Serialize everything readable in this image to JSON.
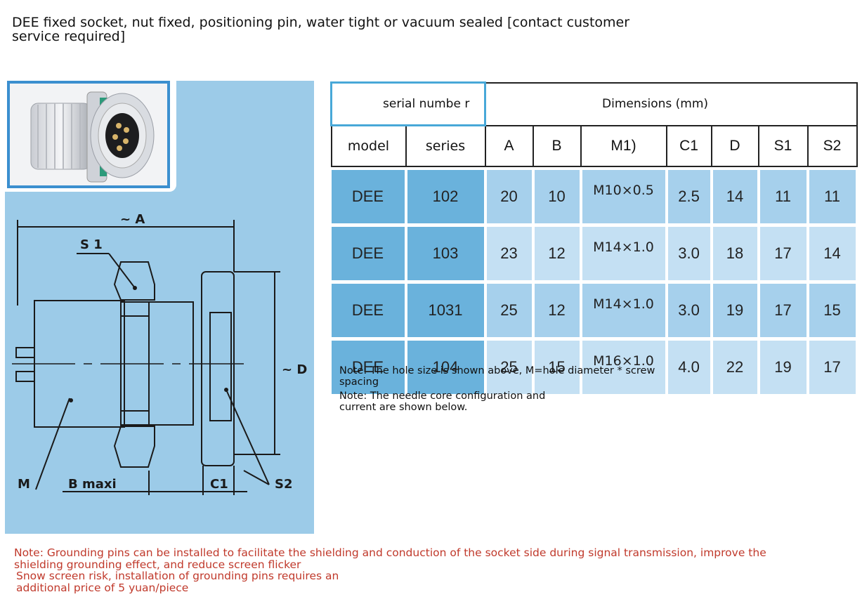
{
  "title": "DEE fixed socket, nut fixed, positioning pin, water tight or vacuum sealed [contact customer service required]",
  "table": {
    "serial_header": "serial numbe r",
    "dimensions_header": "Dimensions (mm)",
    "columns": [
      "model",
      "series",
      "A",
      "B",
      "M1)",
      "C1",
      "D",
      "S1",
      "S2"
    ],
    "rows": [
      [
        "DEE",
        "102",
        "20",
        "10",
        "M10×0.5",
        "2.5",
        "14",
        "11",
        "11"
      ],
      [
        "DEE",
        "103",
        "23",
        "12",
        "M14×1.0",
        "3.0",
        "18",
        "17",
        "14"
      ],
      [
        "DEE",
        "1031",
        "25",
        "12",
        "M14×1.0",
        "3.0",
        "19",
        "17",
        "15"
      ],
      [
        "DEE",
        "104",
        "25",
        "15",
        "M16×1.0",
        "4.0",
        "22",
        "19",
        "17"
      ]
    ]
  },
  "diagram_labels": {
    "a": "~ A",
    "s1": "S 1",
    "d": "~ D",
    "m": "M",
    "b": "B maxi",
    "c1": "C1",
    "s2": "S2"
  },
  "notes": [
    "Note: The hole size is shown above, M=hole diameter * screw spacing",
    "Note: The needle core configuration and current are shown below."
  ],
  "red_notes": [
    "Note: Grounding pins can be installed to facilitate the shielding and conduction of the socket side during signal transmission, improve the shielding grounding effect, and reduce screen flicker",
    "Snow screen risk, installation of grounding pins requires an additional price of 5 yuan/piece"
  ],
  "colors": {
    "panel_blue": "#9ccbe8",
    "photo_border": "#3b8fcf",
    "row_dark": "#6ab2dc",
    "row_mid": "#a6d0ec",
    "row_light": "#c4e0f3",
    "note_red": "#c0392b"
  }
}
